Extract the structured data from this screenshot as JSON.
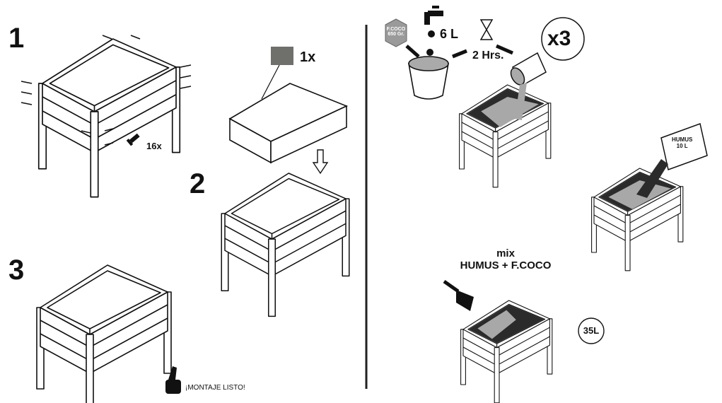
{
  "steps": {
    "one": "1",
    "two": "2",
    "three": "3"
  },
  "screws_label": "16x",
  "box_count_label": "1x",
  "done_label": "¡MONTAJE LISTO!",
  "fill": {
    "coco_label_1": "F.COCO",
    "coco_label_2": "650 Gr.",
    "water_label": "6 L",
    "wait_label": "2 Hrs.",
    "repeat_label": "x3",
    "humus_label_1": "HUMUS",
    "humus_label_2": "10 L",
    "mix_label_1": "mix",
    "mix_label_2": "HUMUS + F.COCO",
    "volume_label": "35L"
  },
  "colors": {
    "liner": "#6f706b",
    "soil_dark": "#2b2b2b",
    "soil_light": "#a8a8a8"
  }
}
